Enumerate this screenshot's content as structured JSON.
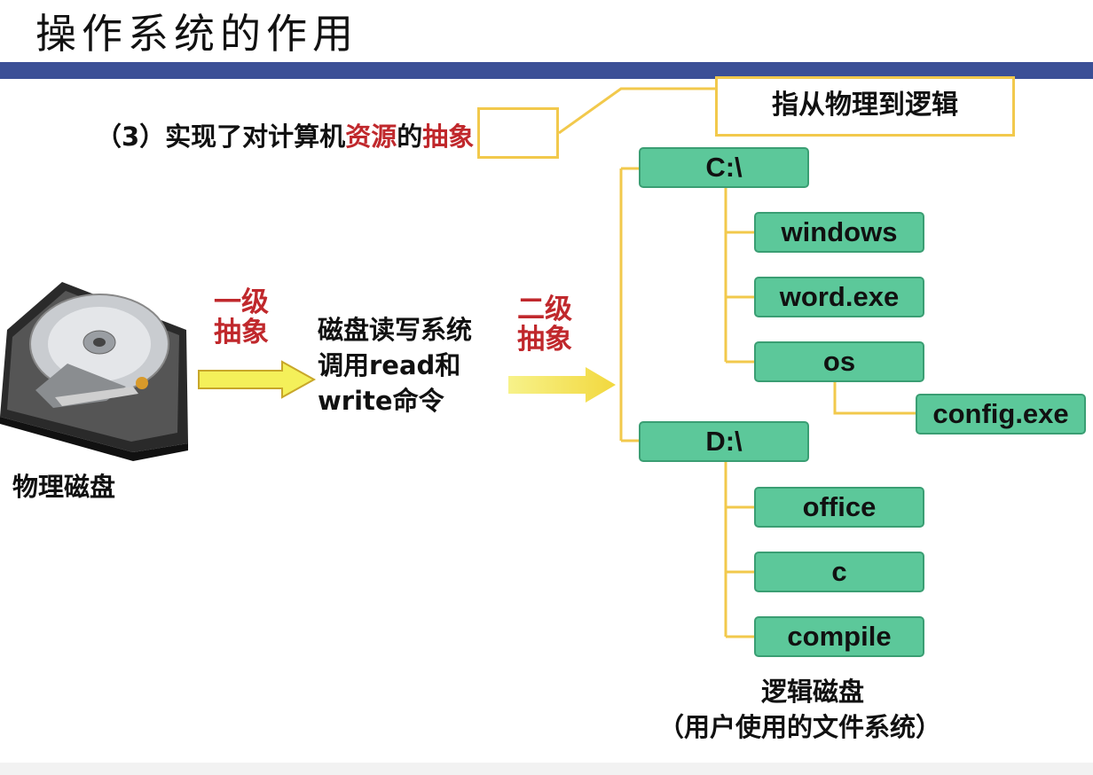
{
  "slide": {
    "title": "操作系统的作用"
  },
  "heading": {
    "prefix": "（3）实现了对计算机",
    "highlight1": "资源",
    "middle": "的",
    "highlight2": "抽象"
  },
  "callout": {
    "text": "指从物理到逻辑"
  },
  "left": {
    "physical_label": "物理磁盘",
    "level1": "一级抽象",
    "level1_line1": "一级",
    "level1_line2": "抽象",
    "io_line1": "磁盘读写系统",
    "io_line2": "调用read和",
    "io_line3": "write命令",
    "level2_line1": "二级",
    "level2_line2": "抽象"
  },
  "tree": {
    "c_root": "C:\\",
    "c_children": [
      "windows",
      "word.exe",
      "os"
    ],
    "os_child": "config.exe",
    "d_root": "D:\\",
    "d_children": [
      "office",
      "c",
      "compile"
    ]
  },
  "logical": {
    "label1": "逻辑磁盘",
    "label2": "（用户使用的文件系统）"
  },
  "colors": {
    "title_bar": "#3b4f96",
    "node_fill": "#5cc89a",
    "connector": "#f2c94c",
    "accent_red": "#c0282c"
  }
}
